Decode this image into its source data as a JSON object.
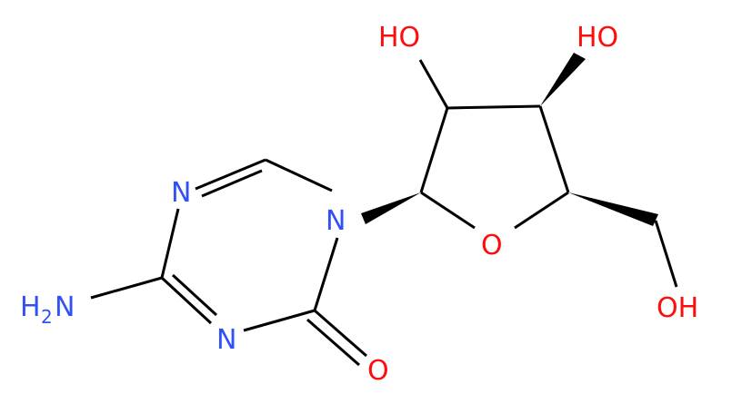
{
  "molecule": {
    "atoms": {
      "OH_left": {
        "text": "HO",
        "color": "#ff0d0d"
      },
      "OH_right": {
        "text": "HO",
        "color": "#ff0d0d"
      },
      "N_upper": {
        "text": "N",
        "color": "#3050f8"
      },
      "N1": {
        "text": "N",
        "color": "#3050f8"
      },
      "O_ring": {
        "text": "O",
        "color": "#ff0d0d"
      },
      "OH_bottom": {
        "text": "OH",
        "color": "#ff0d0d"
      },
      "NH2_H": {
        "text": "H",
        "color": "#3050f8"
      },
      "NH2_sub": {
        "text": "2",
        "color": "#3050f8"
      },
      "NH2_N": {
        "text": "N",
        "color": "#3050f8"
      },
      "N_lower": {
        "text": "N",
        "color": "#3050f8"
      },
      "O_carbonyl": {
        "text": "O",
        "color": "#ff0d0d"
      }
    },
    "bond_color": "#000000"
  }
}
